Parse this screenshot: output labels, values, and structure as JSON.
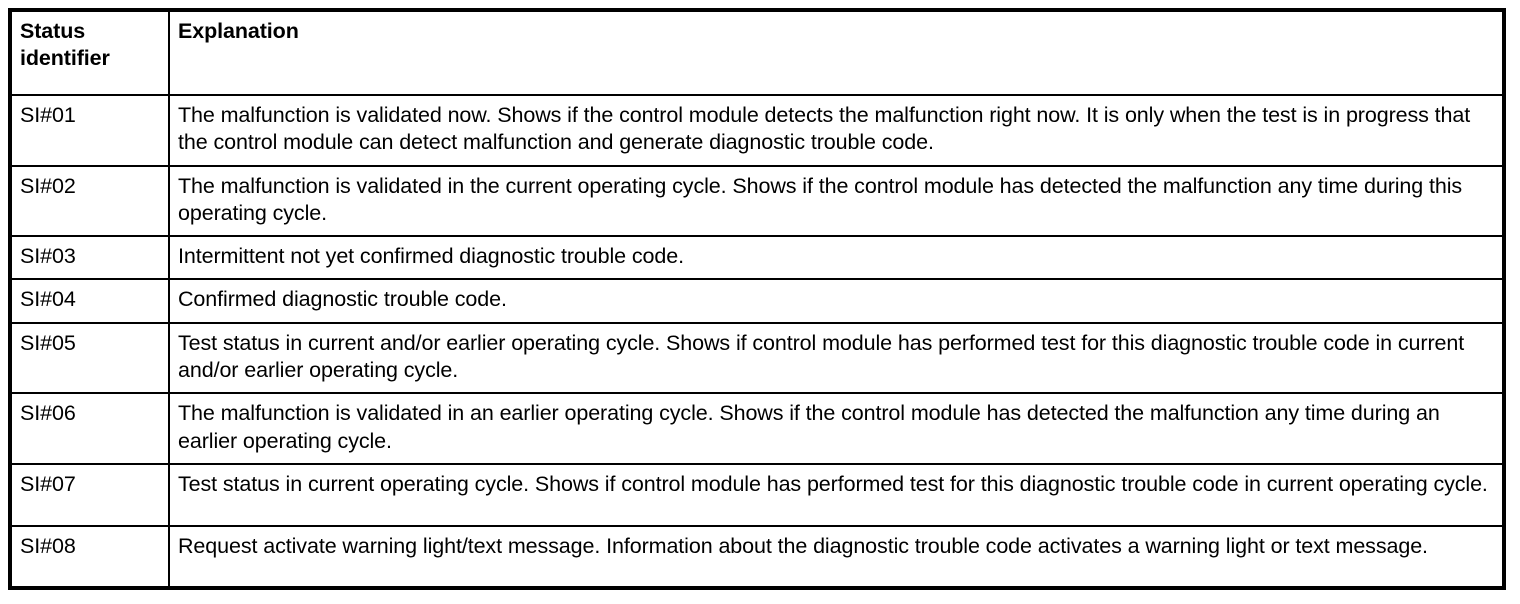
{
  "table": {
    "headers": {
      "status_identifier_line1": "Status",
      "status_identifier_line2": "identifier",
      "explanation": "Explanation"
    },
    "rows": [
      {
        "id": "SI#01",
        "explanation": "The malfunction is validated now. Shows if the control module detects the malfunction right now. It is only when the test is in progress that the control module can detect malfunction and generate diagnostic trouble code."
      },
      {
        "id": "SI#02",
        "explanation": "The malfunction is validated in the current operating cycle. Shows if the control module has detected the malfunction any time during this operating cycle."
      },
      {
        "id": "SI#03",
        "explanation": "Intermittent not yet confirmed diagnostic trouble code."
      },
      {
        "id": "SI#04",
        "explanation": "Confirmed diagnostic trouble code."
      },
      {
        "id": "SI#05",
        "explanation": "Test status in current and/or earlier operating cycle. Shows if control module has performed test for this diagnostic trouble code in current and/or earlier operating cycle."
      },
      {
        "id": "SI#06",
        "explanation": "The malfunction is validated in an earlier operating cycle. Shows if the control module has detected the malfunction any time during an earlier operating cycle."
      },
      {
        "id": "SI#07",
        "explanation": "Test status in current operating cycle. Shows if control module has performed test for this diagnostic trouble code in current operating cycle."
      },
      {
        "id": "SI#08",
        "explanation": "Request activate warning light/text message. Information about the diagnostic trouble code activates a warning light or text message."
      }
    ]
  },
  "colors": {
    "border": "#000000",
    "text": "#000000",
    "background": "#ffffff"
  }
}
